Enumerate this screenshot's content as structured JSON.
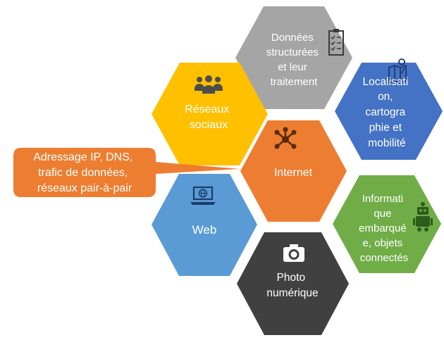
{
  "hexagons": [
    {
      "id": "donnees",
      "lines": [
        "Données",
        "structurées",
        "et leur",
        "traitement"
      ],
      "color": "#A5A5A5",
      "icon": "checklist-icon"
    },
    {
      "id": "reseaux",
      "lines": [
        "Réseaux",
        "sociaux"
      ],
      "color": "#FFC000",
      "icon": "people-group-icon"
    },
    {
      "id": "internet",
      "lines": [
        "Internet"
      ],
      "color": "#ED7D31",
      "icon": "network-hub-icon"
    },
    {
      "id": "localisation",
      "lines": [
        "Localisati",
        "on,",
        "cartogra",
        "phie et",
        "mobilité"
      ],
      "color": "#4472C4",
      "icon": "map-pin-icon"
    },
    {
      "id": "web",
      "lines": [
        "Web"
      ],
      "color": "#5B9BD5",
      "icon": "laptop-globe-icon"
    },
    {
      "id": "informatique",
      "lines": [
        "Informati",
        "que",
        "embarqué",
        "e, objets",
        "connectés"
      ],
      "color": "#70AD47",
      "icon": "robot-icon"
    },
    {
      "id": "photo",
      "lines": [
        "Photo",
        "numérique"
      ],
      "color": "#404040",
      "icon": "camera-icon"
    }
  ],
  "callout": {
    "lines": [
      "Adressage IP, DNS,",
      "trafic de données,",
      "réseaux pair-à-pair"
    ],
    "color": "#ED7D31"
  }
}
